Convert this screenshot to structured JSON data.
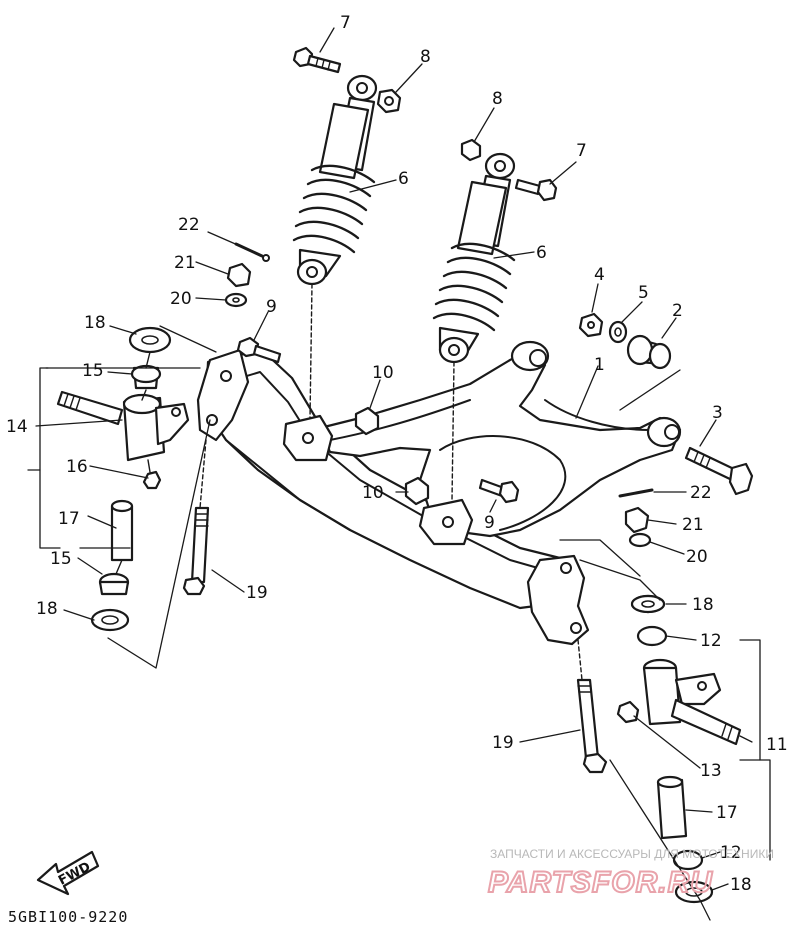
{
  "diagram": {
    "fwd_label": "FWD",
    "drawing_code": "5GBI100-9220",
    "watermark": {
      "tagline": "ЗАПЧАСТИ И АКСЕССУАРЫ ДЛЯ МОТОТЕХНИКИ",
      "logo": "PARTSFOR.RU"
    },
    "callouts": [
      {
        "id": "c7a",
        "label": "7"
      },
      {
        "id": "c8a",
        "label": "8"
      },
      {
        "id": "c8b",
        "label": "8"
      },
      {
        "id": "c7b",
        "label": "7"
      },
      {
        "id": "c6a",
        "label": "6"
      },
      {
        "id": "c6b",
        "label": "6"
      },
      {
        "id": "c22a",
        "label": "22"
      },
      {
        "id": "c21a",
        "label": "21"
      },
      {
        "id": "c20a",
        "label": "20"
      },
      {
        "id": "c4",
        "label": "4"
      },
      {
        "id": "c5",
        "label": "5"
      },
      {
        "id": "c2",
        "label": "2"
      },
      {
        "id": "c18a",
        "label": "18"
      },
      {
        "id": "c9a",
        "label": "9"
      },
      {
        "id": "c15a",
        "label": "15"
      },
      {
        "id": "c10a",
        "label": "10"
      },
      {
        "id": "c1",
        "label": "1"
      },
      {
        "id": "c14",
        "label": "14"
      },
      {
        "id": "c3",
        "label": "3"
      },
      {
        "id": "c16",
        "label": "16"
      },
      {
        "id": "c10b",
        "label": "10"
      },
      {
        "id": "c22b",
        "label": "22"
      },
      {
        "id": "c9b",
        "label": "9"
      },
      {
        "id": "c17a",
        "label": "17"
      },
      {
        "id": "c21b",
        "label": "21"
      },
      {
        "id": "c20b",
        "label": "20"
      },
      {
        "id": "c15b",
        "label": "15"
      },
      {
        "id": "c19a",
        "label": "19"
      },
      {
        "id": "c18b",
        "label": "18"
      },
      {
        "id": "c18c",
        "label": "18"
      },
      {
        "id": "c12a",
        "label": "12"
      },
      {
        "id": "c19b",
        "label": "19"
      },
      {
        "id": "c11",
        "label": "11"
      },
      {
        "id": "c13",
        "label": "13"
      },
      {
        "id": "c17b",
        "label": "17"
      },
      {
        "id": "c12b",
        "label": "12"
      },
      {
        "id": "c18d",
        "label": "18"
      }
    ]
  }
}
